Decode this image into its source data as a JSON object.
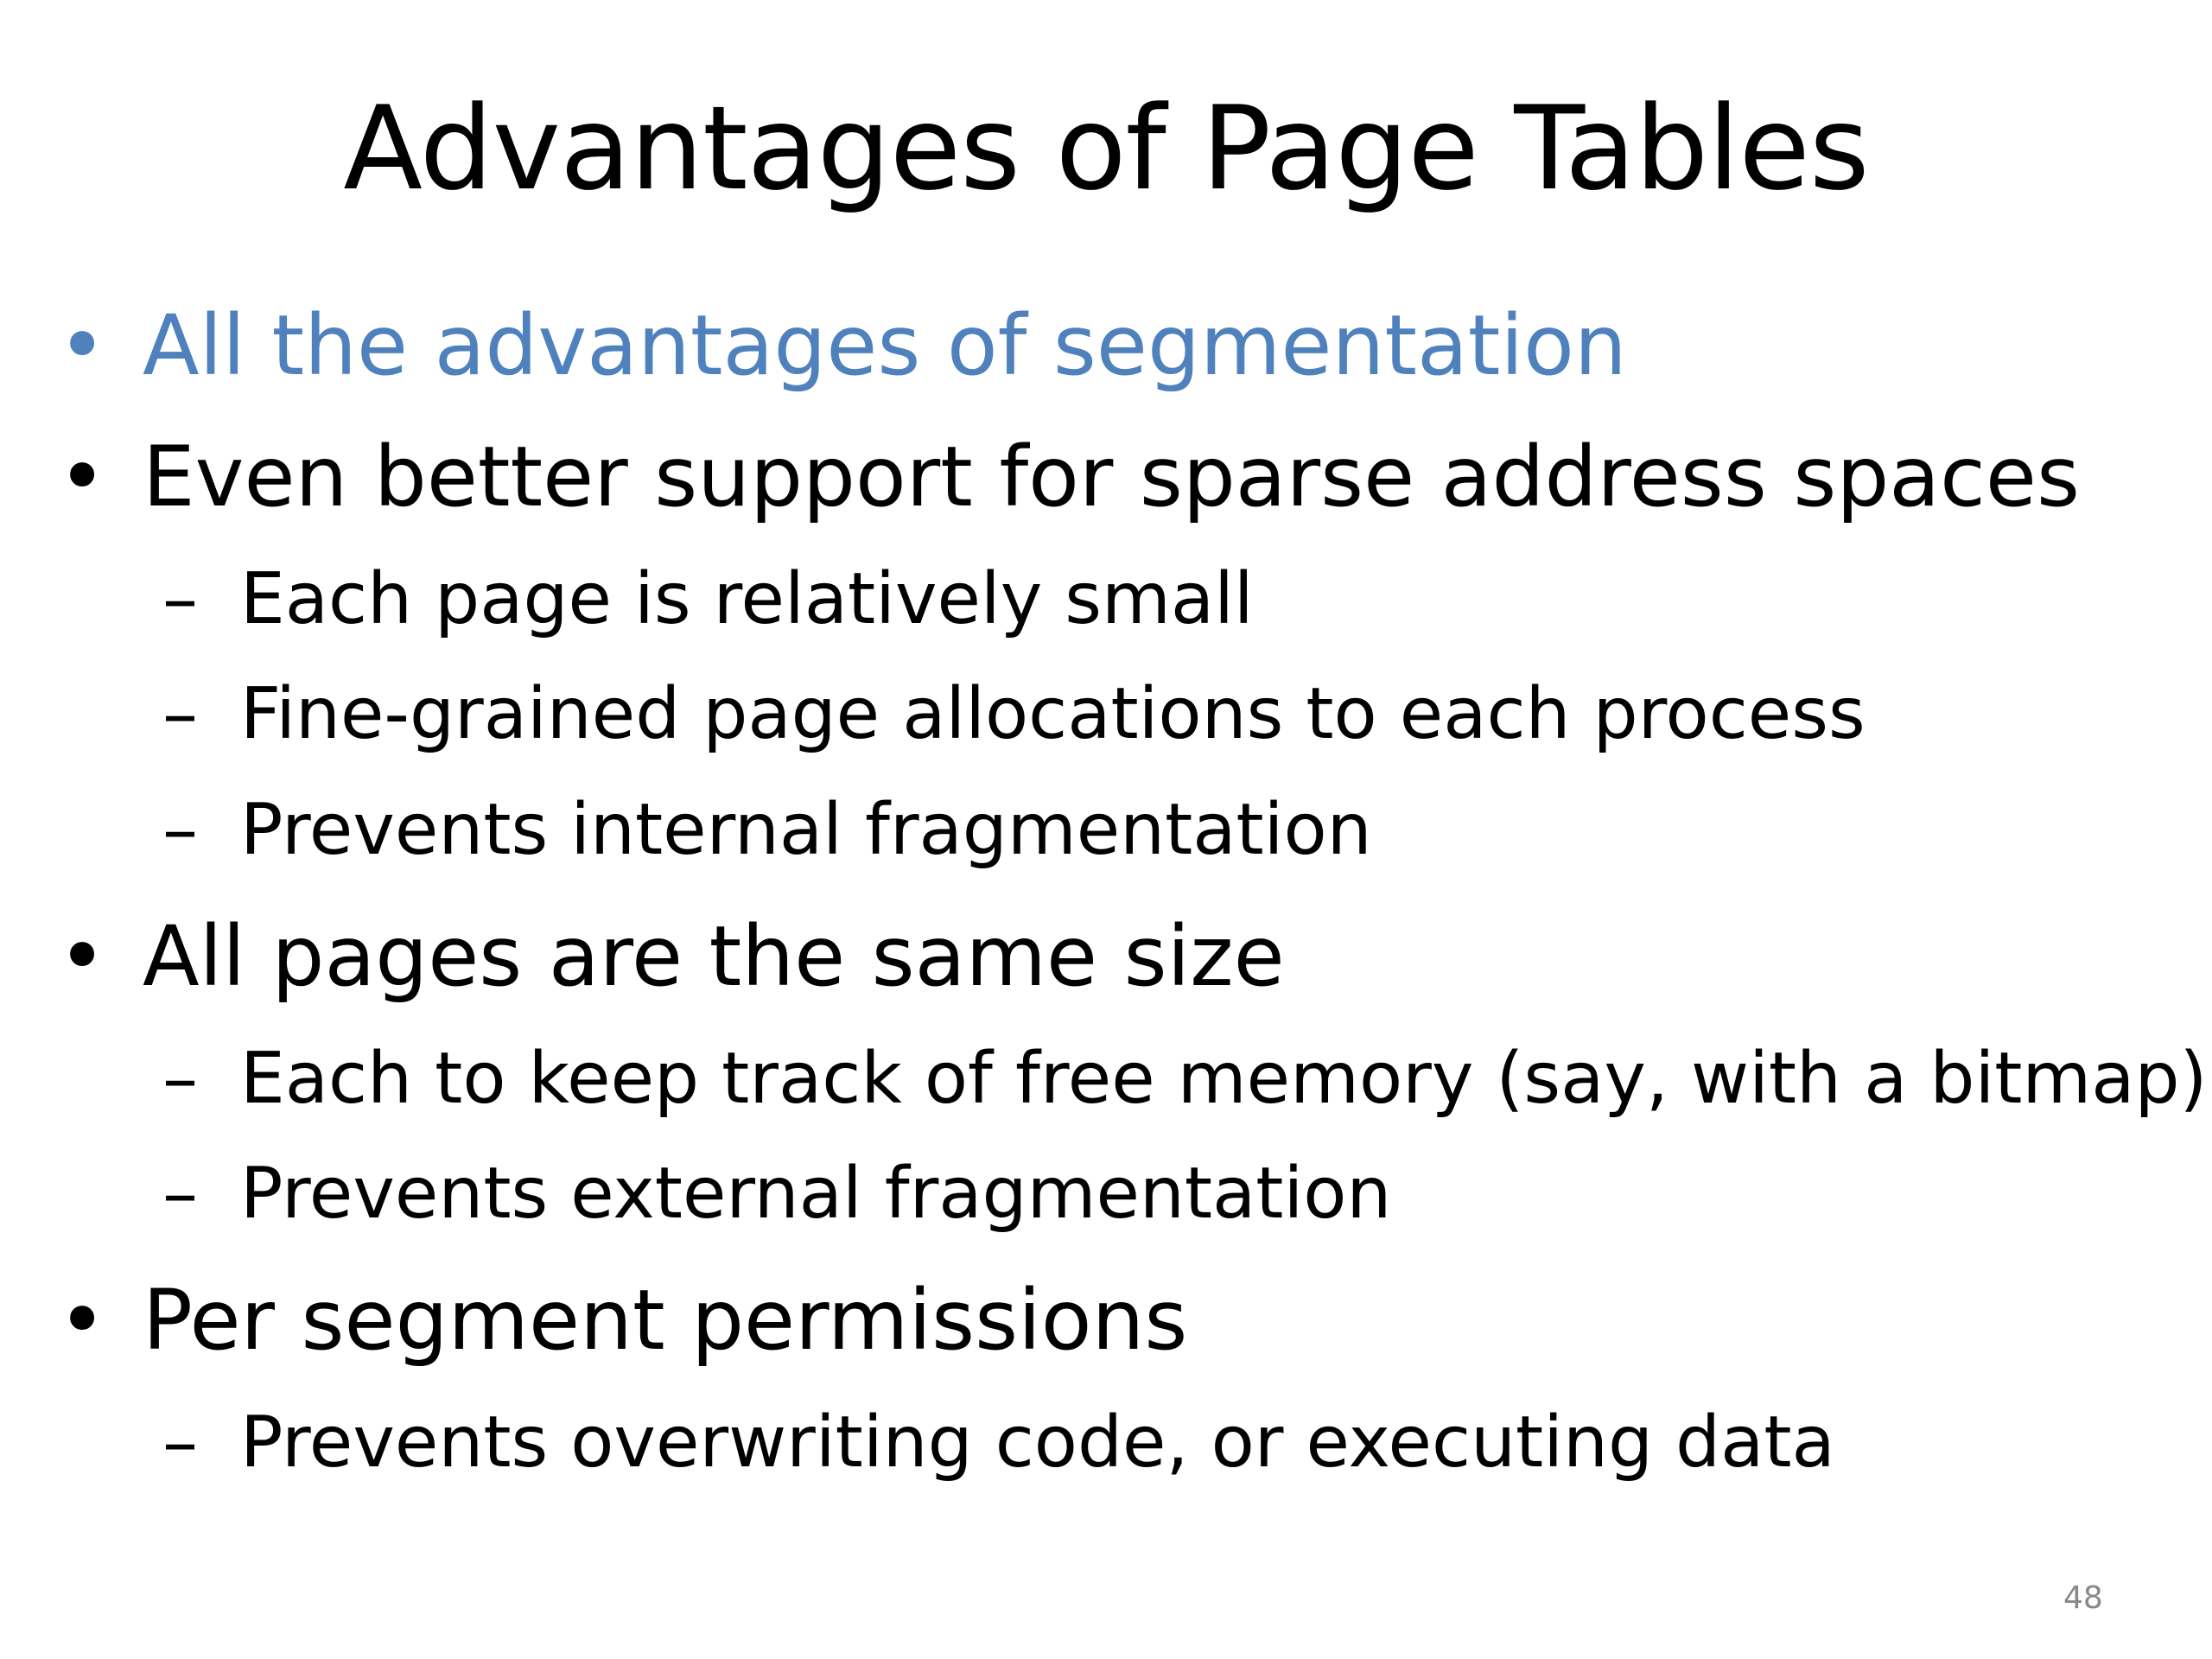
{
  "slide": {
    "title": "Advantages of Page Tables",
    "page_number": "48",
    "accent_color": "#4f81bd",
    "bullet_symbol": "•",
    "dash_symbol": "–",
    "items": [
      {
        "level": 1,
        "text": "All the advantages of segmentation",
        "highlighted": true
      },
      {
        "level": 1,
        "text": "Even better support for sparse address spaces"
      },
      {
        "level": 2,
        "text": "Each page is relatively small"
      },
      {
        "level": 2,
        "text": "Fine-grained page allocations to each process"
      },
      {
        "level": 2,
        "text": "Prevents internal fragmentation"
      },
      {
        "level": 1,
        "text": "All pages are the same size"
      },
      {
        "level": 2,
        "text": "Each to keep track of free memory (say, with a bitmap)"
      },
      {
        "level": 2,
        "text": "Prevents external fragmentation"
      },
      {
        "level": 1,
        "text": "Per segment permissions"
      },
      {
        "level": 2,
        "text": "Prevents overwriting code, or executing data"
      }
    ]
  }
}
